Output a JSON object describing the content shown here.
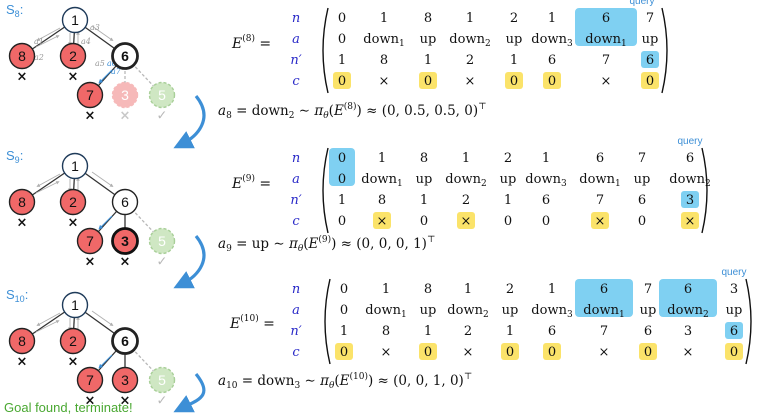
{
  "colors": {
    "red_node": "#f06868",
    "blue_highlight": "#7fd0f2",
    "yellow_highlight": "#fbe36a",
    "blue_text": "#3d8fd6",
    "row_label": "#2a2ac8",
    "ghost_red": "#f6b9b9",
    "ghost_green": "#cfe7c3",
    "arrow": "#3d8fd6",
    "success": "#4aa832"
  },
  "row_labels": [
    "n",
    "a",
    "n′",
    "c"
  ],
  "panels": [
    {
      "state_label": "s",
      "state_index": "8",
      "matrix_label": "E",
      "matrix_sup": "(8)",
      "query_label": "query",
      "query_col": 7,
      "columns": [
        {
          "n": "0",
          "a": "0",
          "np": "1",
          "c": "0",
          "a_sub": ""
        },
        {
          "n": "1",
          "a": "down",
          "a_sub": "1",
          "np": "8",
          "c": "×"
        },
        {
          "n": "8",
          "a": "up",
          "a_sub": "",
          "np": "1",
          "c": "0"
        },
        {
          "n": "1",
          "a": "down",
          "a_sub": "2",
          "np": "2",
          "c": "×"
        },
        {
          "n": "2",
          "a": "up",
          "a_sub": "",
          "np": "1",
          "c": "0"
        },
        {
          "n": "1",
          "a": "down",
          "a_sub": "3",
          "np": "6",
          "c": "0"
        },
        {
          "n": "6",
          "a": "down",
          "a_sub": "1",
          "np": "7",
          "c": "×"
        },
        {
          "n": "7",
          "a": "up",
          "a_sub": "",
          "np": "6",
          "c": "0"
        }
      ],
      "yellow_c": [
        0,
        2,
        4,
        5,
        7
      ],
      "blue_np": [
        7
      ],
      "blue_na": [
        6
      ],
      "policy_lhs": "a",
      "policy_lhs_sub": "8",
      "policy_action": "down",
      "policy_action_sub": "2",
      "policy_pi": "π",
      "policy_theta": "θ",
      "policy_E_sup": "(8)",
      "policy_vec": "(0, 0.5, 0.5, 0)",
      "policy_T": "⊤"
    },
    {
      "state_label": "s",
      "state_index": "9",
      "matrix_label": "E",
      "matrix_sup": "(9)",
      "query_label": "query",
      "query_col": 8,
      "columns": [
        {
          "n": "0",
          "a": "0",
          "a_sub": "",
          "np": "1",
          "c": "0"
        },
        {
          "n": "1",
          "a": "down",
          "a_sub": "1",
          "np": "8",
          "c": "×"
        },
        {
          "n": "8",
          "a": "up",
          "a_sub": "",
          "np": "1",
          "c": "0"
        },
        {
          "n": "1",
          "a": "down",
          "a_sub": "2",
          "np": "2",
          "c": "×"
        },
        {
          "n": "2",
          "a": "up",
          "a_sub": "",
          "np": "1",
          "c": "0"
        },
        {
          "n": "1",
          "a": "down",
          "a_sub": "3",
          "np": "6",
          "c": "0"
        },
        {
          "n": "6",
          "a": "down",
          "a_sub": "1",
          "np": "7",
          "c": "×"
        },
        {
          "n": "7",
          "a": "up",
          "a_sub": "",
          "np": "6",
          "c": "0"
        },
        {
          "n": "6",
          "a": "down",
          "a_sub": "2",
          "np": "3",
          "c": "×"
        }
      ],
      "yellow_c": [
        1,
        3,
        6,
        8
      ],
      "blue_np": [
        8
      ],
      "blue_na": [
        0
      ],
      "policy_lhs": "a",
      "policy_lhs_sub": "9",
      "policy_action": "up",
      "policy_action_sub": "",
      "policy_pi": "π",
      "policy_theta": "θ",
      "policy_E_sup": "(9)",
      "policy_vec": "(0, 0, 0, 1)",
      "policy_T": "⊤"
    },
    {
      "state_label": "s",
      "state_index": "10",
      "matrix_label": "E",
      "matrix_sup": "(10)",
      "query_label": "query",
      "query_col": 9,
      "columns": [
        {
          "n": "0",
          "a": "0",
          "a_sub": "",
          "np": "1",
          "c": "0"
        },
        {
          "n": "1",
          "a": "down",
          "a_sub": "1",
          "np": "8",
          "c": "×"
        },
        {
          "n": "8",
          "a": "up",
          "a_sub": "",
          "np": "1",
          "c": "0"
        },
        {
          "n": "1",
          "a": "down",
          "a_sub": "2",
          "np": "2",
          "c": "×"
        },
        {
          "n": "2",
          "a": "up",
          "a_sub": "",
          "np": "1",
          "c": "0"
        },
        {
          "n": "1",
          "a": "down",
          "a_sub": "3",
          "np": "6",
          "c": "0"
        },
        {
          "n": "6",
          "a": "down",
          "a_sub": "1",
          "np": "7",
          "c": "×"
        },
        {
          "n": "7",
          "a": "up",
          "a_sub": "",
          "np": "6",
          "c": "0"
        },
        {
          "n": "6",
          "a": "down",
          "a_sub": "2",
          "np": "3",
          "c": "×"
        },
        {
          "n": "3",
          "a": "up",
          "a_sub": "",
          "np": "6",
          "c": "0"
        }
      ],
      "yellow_c": [
        0,
        2,
        4,
        5,
        7,
        9
      ],
      "blue_np": [
        9
      ],
      "blue_na": [
        6,
        8
      ],
      "policy_lhs": "a",
      "policy_lhs_sub": "10",
      "policy_action": "down",
      "policy_action_sub": "3",
      "policy_pi": "π",
      "policy_theta": "θ",
      "policy_E_sup": "(10)",
      "policy_vec": "(0, 0, 1, 0)",
      "policy_T": "⊤"
    }
  ],
  "trees": [
    {
      "nodes": [
        {
          "id": "1",
          "label": "1",
          "style": "white"
        },
        {
          "id": "8",
          "label": "8",
          "style": "red",
          "mark": "×"
        },
        {
          "id": "2",
          "label": "2",
          "style": "red",
          "mark": "×"
        },
        {
          "id": "6",
          "label": "6",
          "style": "white-bold"
        },
        {
          "id": "7",
          "label": "7",
          "style": "red",
          "mark": "×"
        },
        {
          "id": "3",
          "label": "3",
          "style": "ghost-red",
          "mark": "×"
        },
        {
          "id": "5",
          "label": "5",
          "style": "ghost-green",
          "mark": "✓"
        }
      ],
      "edge_labels": [
        "a1",
        "a2",
        "a3",
        "a4",
        "a5",
        "a6",
        "a7"
      ]
    },
    {
      "nodes": [
        {
          "id": "1",
          "label": "1",
          "style": "white"
        },
        {
          "id": "8",
          "label": "8",
          "style": "red",
          "mark": "×"
        },
        {
          "id": "2",
          "label": "2",
          "style": "red",
          "mark": "×"
        },
        {
          "id": "6",
          "label": "6",
          "style": "white"
        },
        {
          "id": "7",
          "label": "7",
          "style": "red",
          "mark": "×"
        },
        {
          "id": "3",
          "label": "3",
          "style": "red-bold",
          "mark": "×"
        },
        {
          "id": "5",
          "label": "5",
          "style": "ghost-green",
          "mark": "✓"
        }
      ]
    },
    {
      "nodes": [
        {
          "id": "1",
          "label": "1",
          "style": "white"
        },
        {
          "id": "8",
          "label": "8",
          "style": "red",
          "mark": "×"
        },
        {
          "id": "2",
          "label": "2",
          "style": "red",
          "mark": "×"
        },
        {
          "id": "6",
          "label": "6",
          "style": "white-bold"
        },
        {
          "id": "7",
          "label": "7",
          "style": "red",
          "mark": "×"
        },
        {
          "id": "3",
          "label": "3",
          "style": "red",
          "mark": "×"
        },
        {
          "id": "5",
          "label": "5",
          "style": "ghost-green",
          "mark": "✓"
        }
      ]
    }
  ],
  "final_message": "Goal found, terminate!"
}
